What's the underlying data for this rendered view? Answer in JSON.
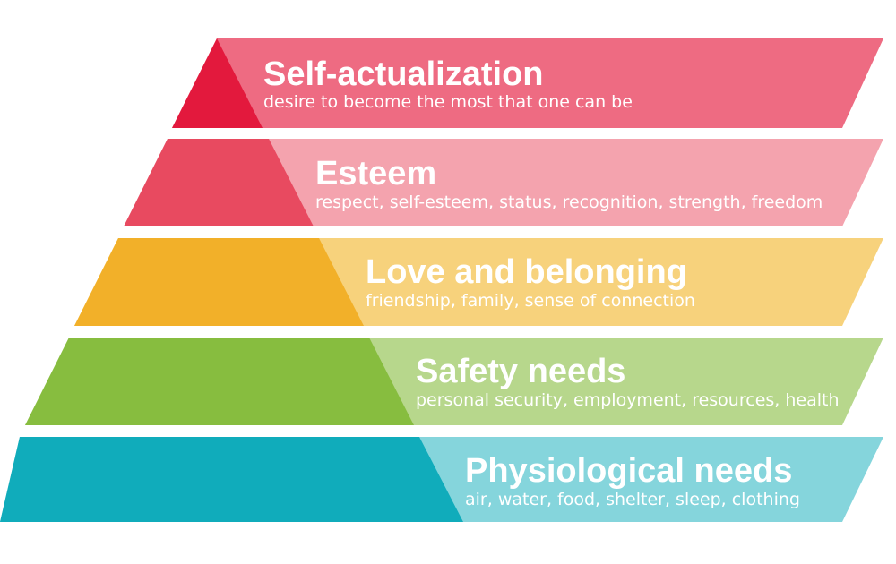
{
  "levels": [
    {
      "title": "Self-actualization",
      "description": "desire to become the most that one can be",
      "colors": {
        "dark": "#e3193d",
        "light": "#ee6b82"
      }
    },
    {
      "title": "Esteem",
      "description": "respect, self-esteem, status, recognition, strength, freedom",
      "colors": {
        "dark": "#e84a60",
        "light": "#f4a3ae"
      }
    },
    {
      "title": "Love and belonging",
      "description": "friendship, family, sense of connection",
      "colors": {
        "dark": "#f2b029",
        "light": "#f7d27c"
      }
    },
    {
      "title": "Safety needs",
      "description": "personal security, employment, resources, health",
      "colors": {
        "dark": "#87bd3f",
        "light": "#b7d78c"
      }
    },
    {
      "title": "Physiological needs",
      "description": "air, water, food, shelter, sleep, clothing",
      "colors": {
        "dark": "#10acbb",
        "light": "#85d5dc"
      }
    }
  ]
}
